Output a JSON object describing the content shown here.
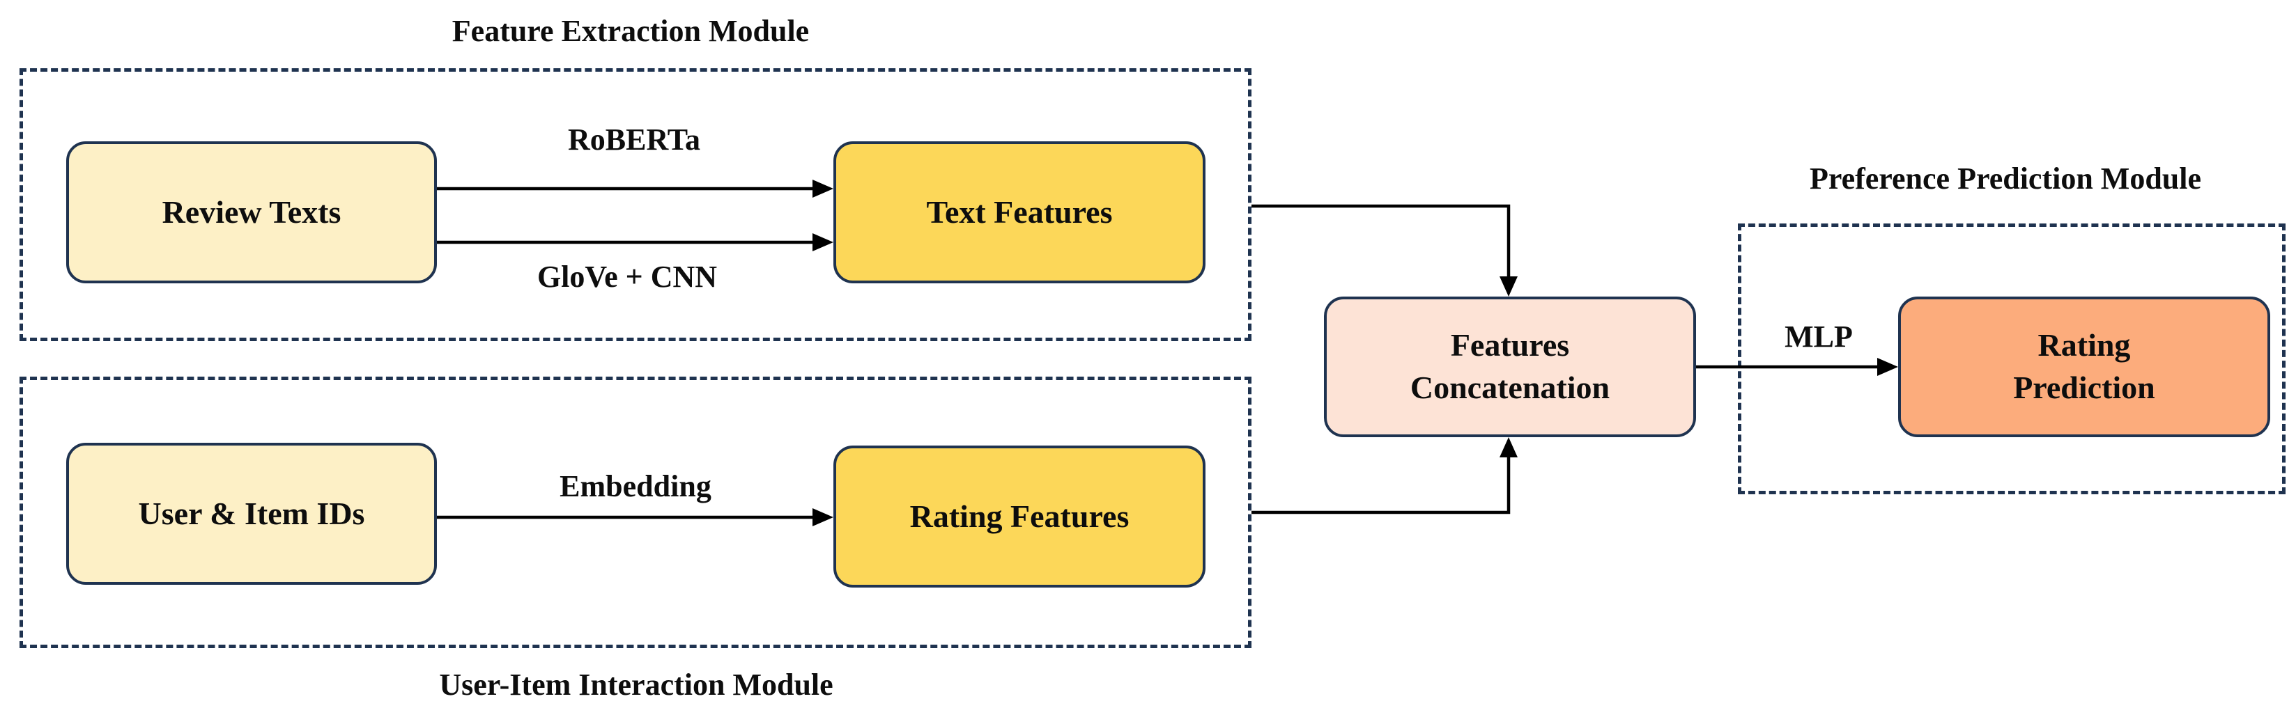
{
  "modules": {
    "feature_extraction": "Feature Extraction Module",
    "user_item_interaction": "User-Item Interaction Module",
    "preference_prediction": "Preference Prediction Module"
  },
  "nodes": {
    "review_texts": "Review Texts",
    "text_features": "Text Features",
    "user_item_ids": "User & Item IDs",
    "rating_features": "Rating Features",
    "features_concatenation": [
      "Features",
      "Concatenation"
    ],
    "rating_prediction": [
      "Rating",
      "Prediction"
    ]
  },
  "edge_labels": {
    "roberta": "RoBERTa",
    "glove_cnn": "GloVe + CNN",
    "embedding": "Embedding",
    "mlp": "MLP"
  },
  "colors": {
    "frame_border": "#1f3350",
    "light_yellow": "#fdf0c6",
    "gold": "#fcd759",
    "peach": "#fde3d6",
    "orange": "#fcac7c",
    "arrow": "#000000"
  }
}
